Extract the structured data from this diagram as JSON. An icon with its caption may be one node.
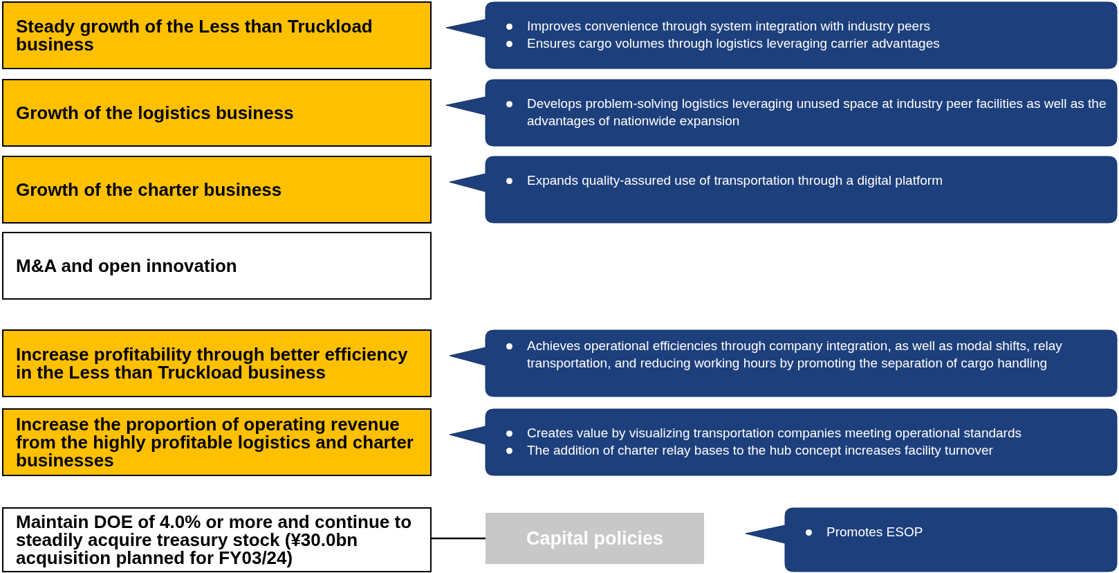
{
  "diagram": {
    "nodes": [
      {
        "text": [
          "Steady growth of the Less than Truckload business"
        ]
      },
      {
        "text": [
          "Improves convenience through system integration with industry peers",
          "Ensures cargo volumes through logistics leveraging carrier advantages"
        ]
      },
      {
        "text": [
          "Growth of the logistics business"
        ]
      },
      {
        "text": [
          "Develops problem-solving logistics leveraging unused space at industry peer facilities as well as the advantages of nationwide expansion"
        ]
      },
      {
        "text": [
          "Growth of the charter business"
        ]
      },
      {
        "text": [
          "Expands quality-assured use of transportation through a digital platform"
        ]
      },
      {
        "text": [
          "M&A and open innovation"
        ]
      },
      {
        "text": [
          "Increase profitability through better efficiency in the Less than Truckload business"
        ]
      },
      {
        "text": [
          "Achieves operational efficiencies through company integration, as well as modal shifts, relay transportation, and reducing working hours by promoting the separation of cargo handling"
        ]
      },
      {
        "text": [
          "Increase the proportion of operating revenue from the highly profitable logistics and charter businesses"
        ]
      },
      {
        "text": [
          "Creates value by visualizing transportation companies meeting operational standards",
          "The addition of charter relay bases to the hub concept increases facility turnover"
        ]
      },
      {
        "text": [
          "Maintain DOE of 4.0% or more and continue to steadily acquire treasury stock (¥30.0bn acquisition planned for FY03/24)"
        ]
      },
      {
        "text": [
          "Capital policies"
        ]
      },
      {
        "text": [
          "Promotes ESOP"
        ]
      }
    ],
    "edges": [
      {
        "from": 11,
        "to": 12,
        "arrow": "none"
      }
    ]
  }
}
